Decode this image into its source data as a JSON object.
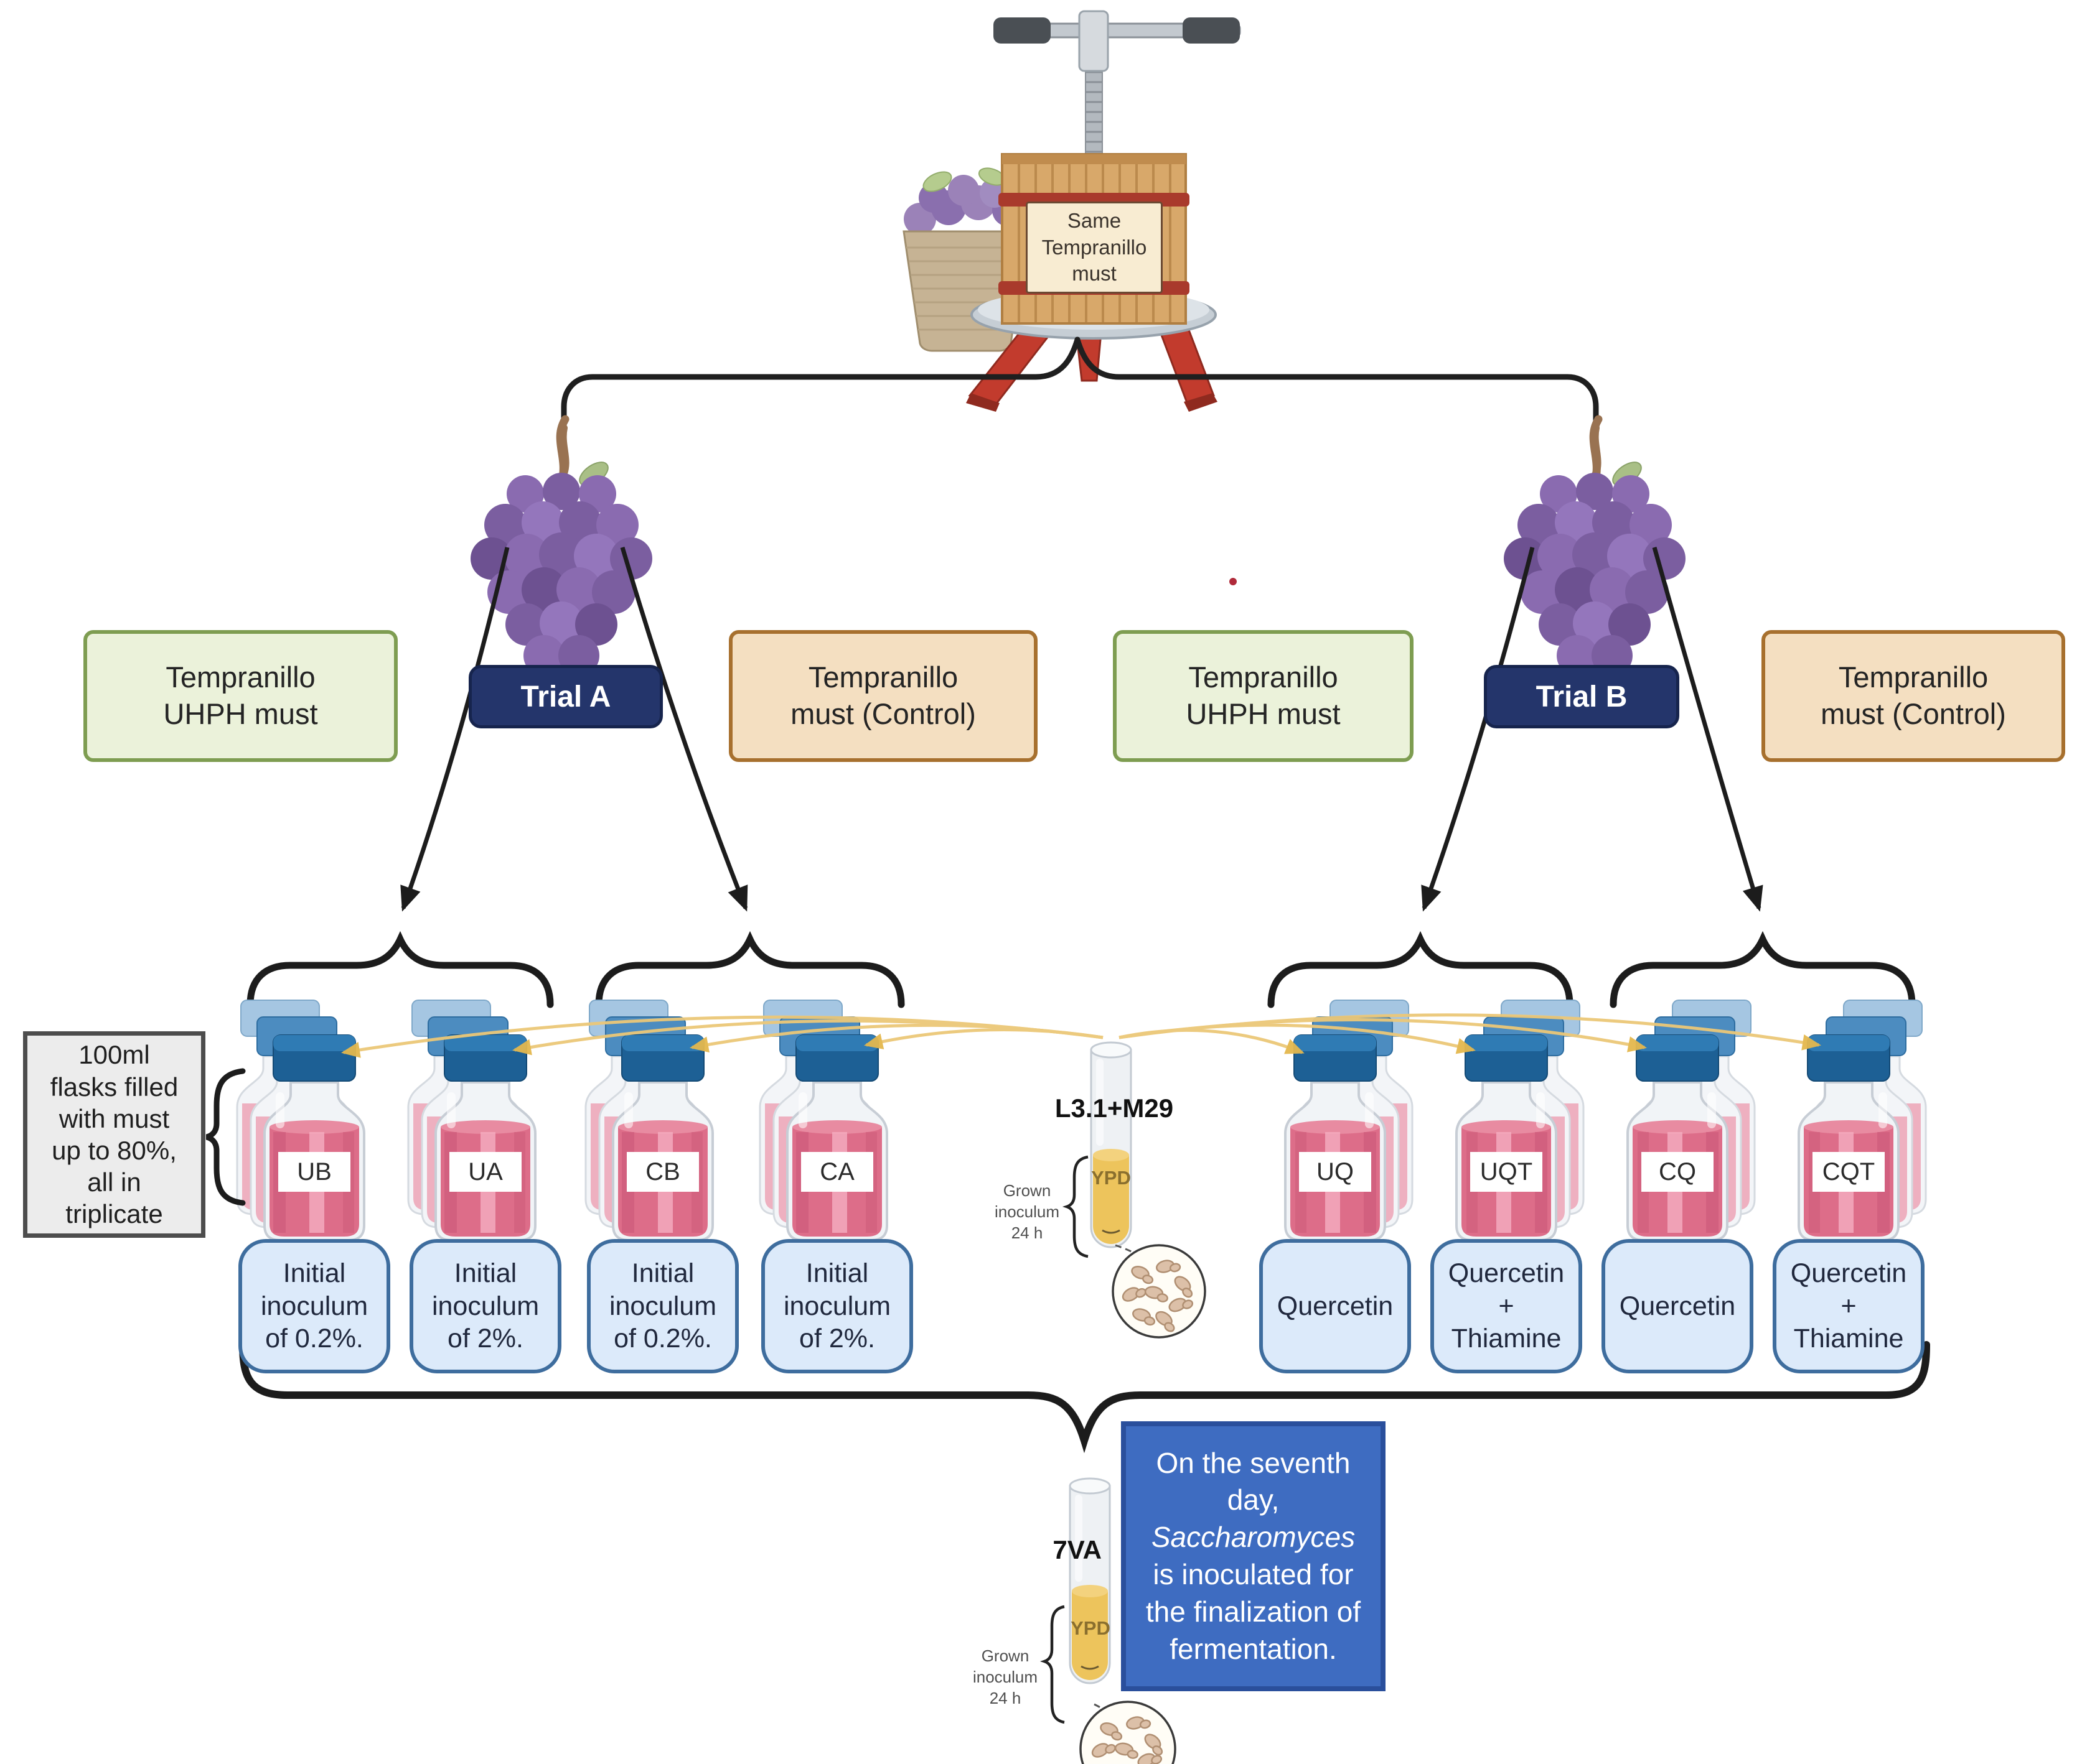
{
  "figure": {
    "press_label": "Same\nTempranillo\nmust",
    "trials": [
      {
        "trial": "Trial A",
        "uhph": "Tempranillo\nUHPH must",
        "control": "Tempranillo\nmust (Control)"
      },
      {
        "trial": "Trial B",
        "uhph": "Tempranillo\nUHPH must",
        "control": "Tempranillo\nmust (Control)"
      }
    ],
    "flask_note": "100ml\nflasks filled\nwith must\nup to 80%,\nall in\ntriplicate",
    "flasks": [
      {
        "code": "UB",
        "treatment": "Initial\ninoculum\nof 0.2%."
      },
      {
        "code": "UA",
        "treatment": "Initial\ninoculum\nof 2%."
      },
      {
        "code": "CB",
        "treatment": "Initial\ninoculum\nof 0.2%."
      },
      {
        "code": "CA",
        "treatment": "Initial\ninoculum\nof 2%."
      },
      {
        "code": "UQ",
        "treatment": "Quercetin"
      },
      {
        "code": "UQT",
        "treatment": "Quercetin\n+\nThiamine"
      },
      {
        "code": "CQ",
        "treatment": "Quercetin"
      },
      {
        "code": "CQT",
        "treatment": "Quercetin\n+\nThiamine"
      }
    ],
    "tubes": [
      {
        "name": "L3.1+M29",
        "medium": "YPD",
        "note": "Grown\ninoculum\n24 h"
      },
      {
        "name": "7VA",
        "medium": "YPD",
        "note": "Grown\ninoculum\n24 h"
      }
    ],
    "final_note": {
      "line1": "On the seventh day,",
      "italic": "Saccharomyces",
      "line2": "is inoculated for the finalization of fermentation."
    },
    "colors": {
      "green_fill": "#ebf2da",
      "green_border": "#7e9d51",
      "tan_fill": "#f4dfc1",
      "tan_border": "#a7702e",
      "navy_fill": "#24356b",
      "blue_fill": "#3e6cc1",
      "blue_border": "#2a4f9c",
      "bubble_fill": "#dceafa",
      "bubble_border": "#3e6d9e",
      "liquid_pink": "#dd6d89",
      "cap_blue": "#1d6095",
      "ypd_yellow": "#edc45c",
      "grape_purple": "#7b5ea0",
      "press_wood": "#d8a86a",
      "press_red": "#c23b2d"
    }
  }
}
